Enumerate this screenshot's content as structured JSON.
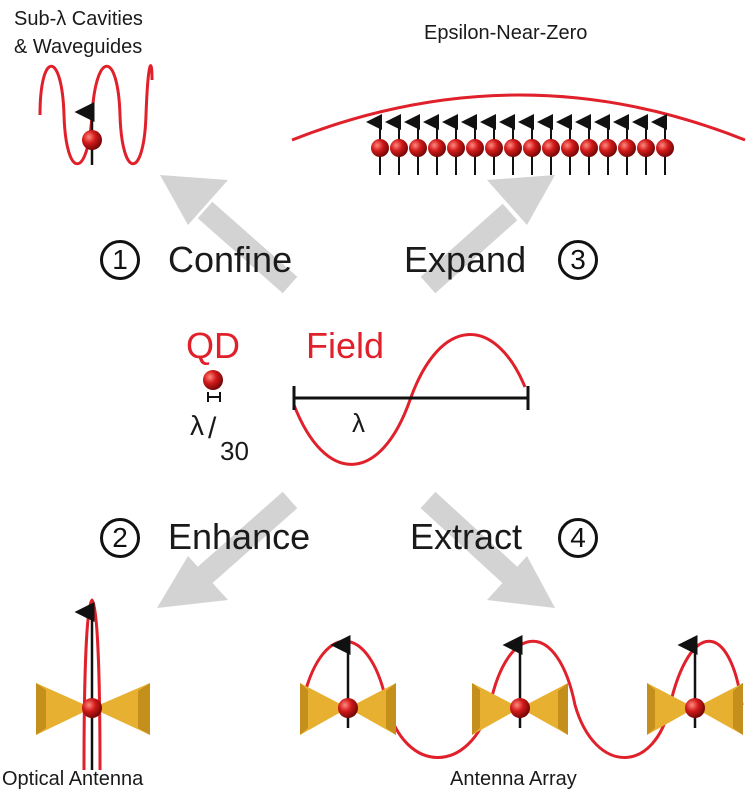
{
  "labels": {
    "sub_lambda": [
      "Sub-λ Cavities",
      "& Waveguides"
    ],
    "enz": "Epsilon-Near-Zero",
    "optical_antenna": "Optical Antenna",
    "antenna_array": "Antenna Array",
    "qd": "QD",
    "field": "Field",
    "lambda": "λ",
    "lambda_frac_num": "λ",
    "lambda_frac_slash": "/",
    "lambda_frac_den": "30"
  },
  "steps": [
    {
      "num": "1",
      "label": "Confine"
    },
    {
      "num": "2",
      "label": "Enhance"
    },
    {
      "num": "3",
      "label": "Expand"
    },
    {
      "num": "4",
      "label": "Extract"
    }
  ],
  "colors": {
    "field": "#e0202a",
    "arrow": "#d3d3d3",
    "antenna": "#e8b030",
    "antenna_dark": "#c48f1a",
    "dot": "#c41818",
    "ink": "#111111"
  },
  "enz_dipole_count": 16
}
